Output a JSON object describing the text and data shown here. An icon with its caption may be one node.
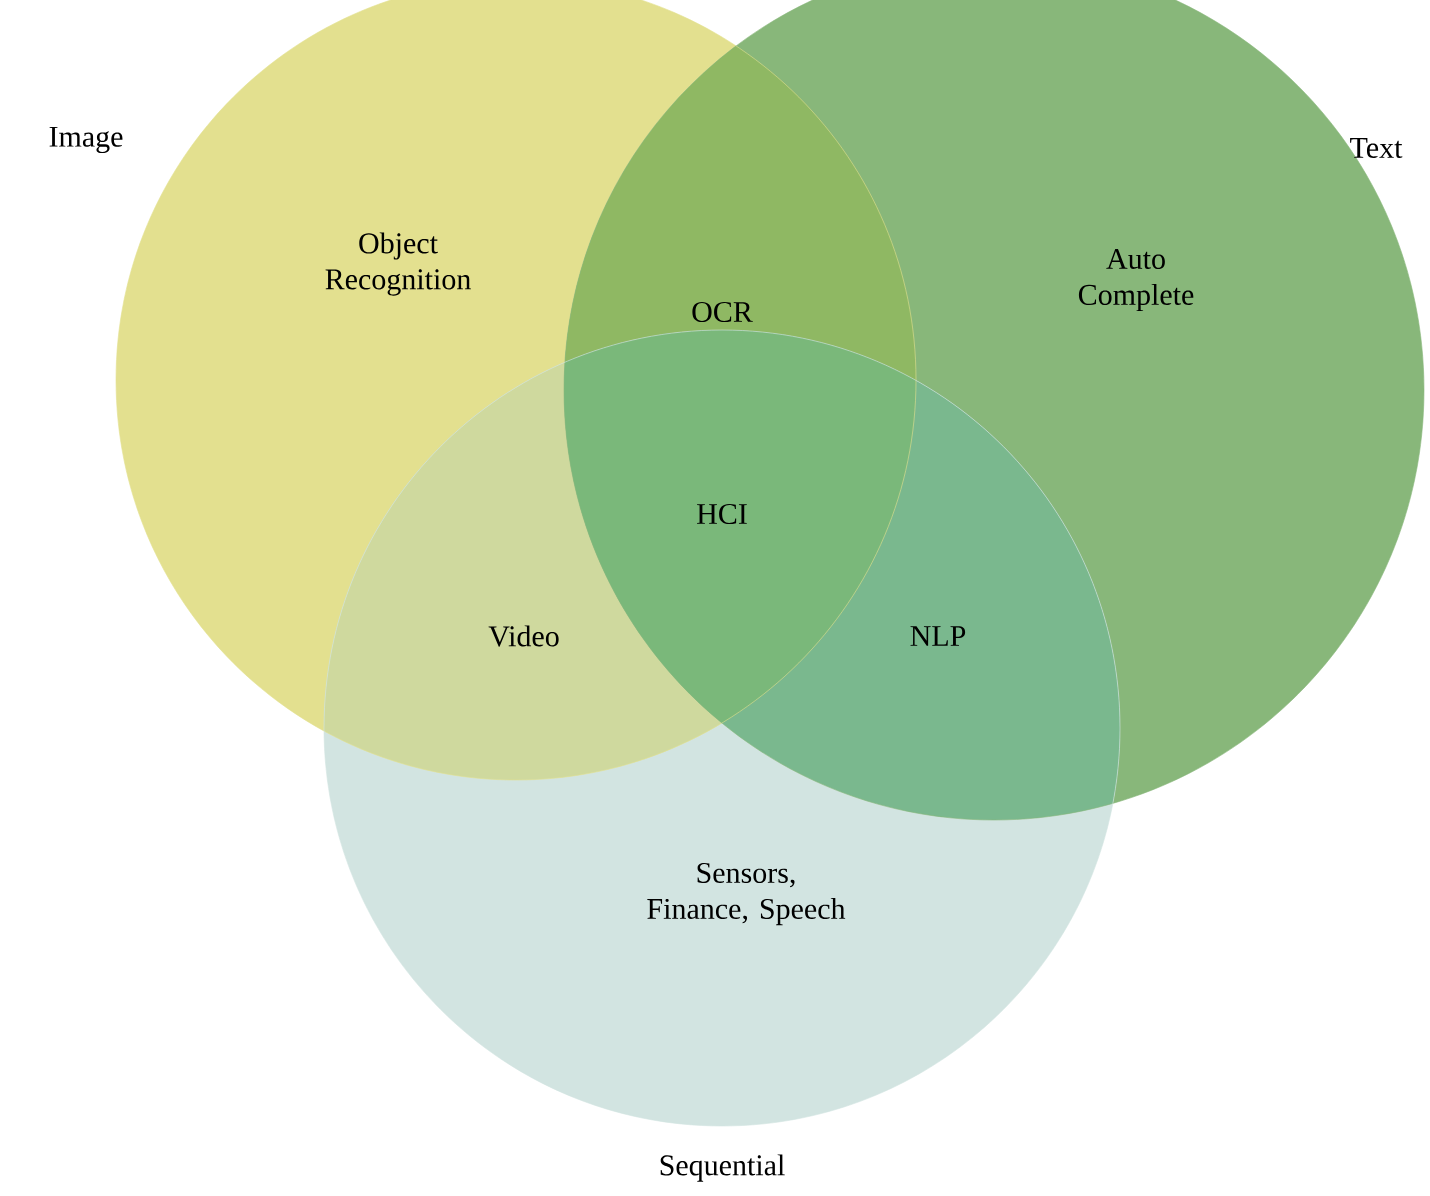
{
  "diagram": {
    "nodes": [
      {
        "text": [
          "Image",
          "Object Recognition"
        ]
      },
      {
        "text": [
          "Text",
          "Auto Complete"
        ]
      },
      {
        "text": [
          "Sensors, Finance, Speech",
          "Sequential"
        ]
      }
    ],
    "labels": [
      "OCR",
      "HCI",
      "Video",
      "NLP"
    ]
  }
}
